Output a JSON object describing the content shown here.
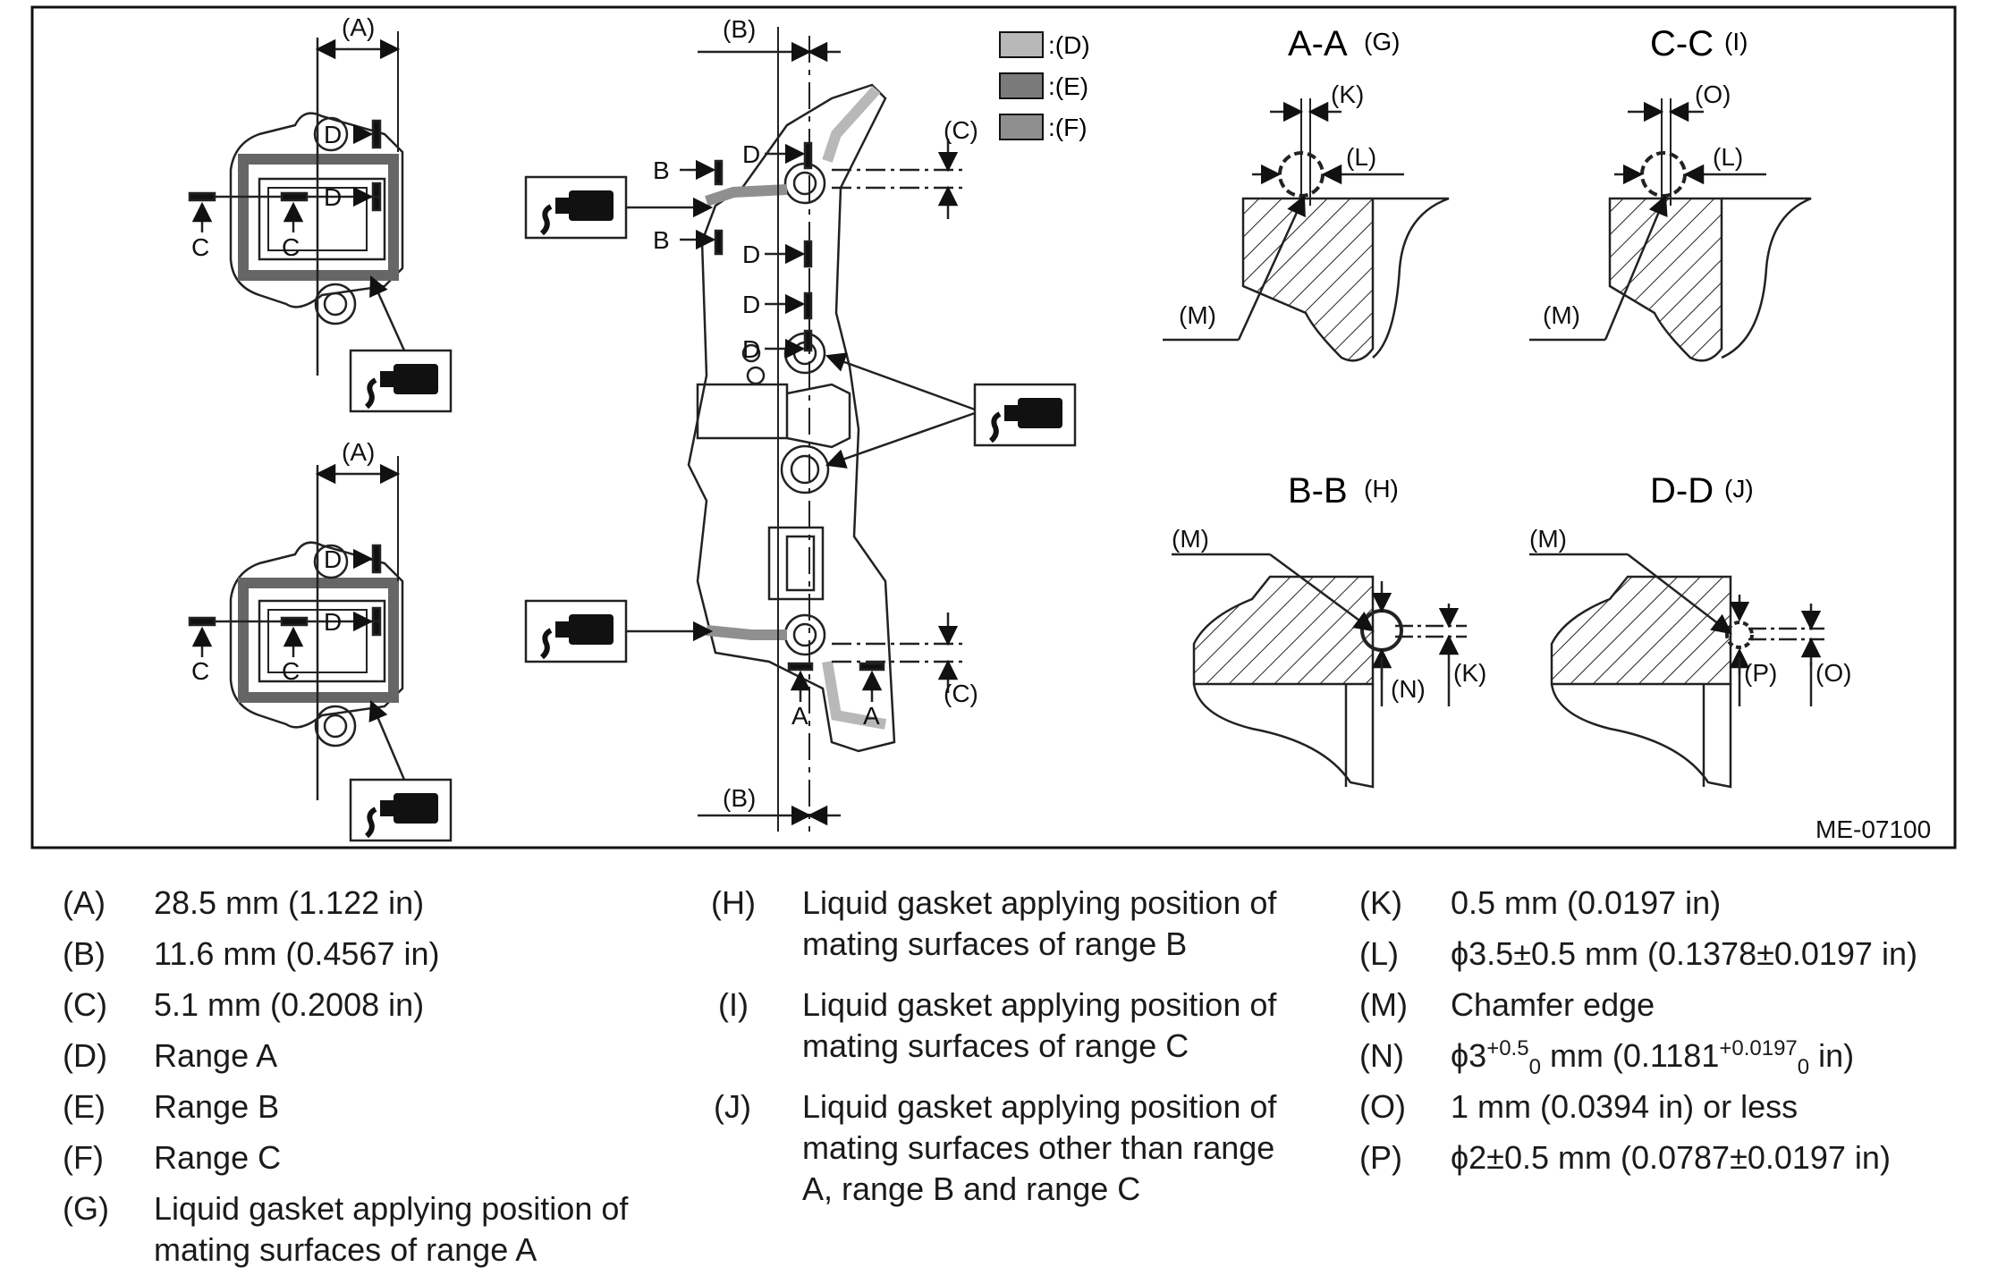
{
  "figure_code": "ME-07100",
  "swatches": [
    {
      "key": ":(D)",
      "color": "#b8b8b8"
    },
    {
      "key": ":(E)",
      "color": "#7a7a7a"
    },
    {
      "key": ":(F)",
      "color": "#8f8f8f"
    }
  ],
  "sections": {
    "aa": {
      "title": "A-A",
      "ref": "(G)"
    },
    "cc": {
      "title": "C-C",
      "ref": "(I)"
    },
    "bb": {
      "title": "B-B",
      "ref": "(H)"
    },
    "dd": {
      "title": "D-D",
      "ref": "(J)"
    }
  },
  "callouts": {
    "a": "(A)",
    "b": "(B)",
    "c": "(C)",
    "k": "(K)",
    "l": "(L)",
    "m": "(M)",
    "n": "(N)",
    "o": "(O)",
    "p": "(P)",
    "letter_a": "A",
    "letter_b": "B",
    "letter_c": "C",
    "letter_d": "D"
  },
  "legend": {
    "col1": [
      {
        "key": "(A)",
        "text": "28.5 mm (1.122 in)"
      },
      {
        "key": "(B)",
        "text": "11.6 mm (0.4567 in)"
      },
      {
        "key": "(C)",
        "text": "5.1 mm (0.2008 in)"
      },
      {
        "key": "(D)",
        "text": "Range A"
      },
      {
        "key": "(E)",
        "text": "Range B"
      },
      {
        "key": "(F)",
        "text": "Range C"
      },
      {
        "key": "(G)",
        "text": "Liquid gasket applying position of mating surfaces of range A"
      }
    ],
    "col2": [
      {
        "key": "(H)",
        "text": "Liquid gasket applying position of mating surfaces of range B"
      },
      {
        "key": "(I)",
        "text": "Liquid gasket applying position of mating surfaces of range C"
      },
      {
        "key": "(J)",
        "text": "Liquid gasket applying position of mating surfaces other than range A, range B and range C"
      }
    ],
    "col3": [
      {
        "key": "(K)",
        "text": "0.5 mm (0.0197 in)"
      },
      {
        "key": "(L)",
        "text": "ϕ3.5±0.5 mm (0.1378±0.0197 in)"
      },
      {
        "key": "(M)",
        "text": "Chamfer edge"
      },
      {
        "key": "(N)",
        "pre": "ϕ3",
        "sup1": "+0.5",
        "sub1": "0",
        "mid": " mm (0.1181",
        "sup2": "+0.0197",
        "sub2": "0",
        "post": " in)"
      },
      {
        "key": "(O)",
        "text": "1 mm (0.0394 in) or less"
      },
      {
        "key": "(P)",
        "text": "ϕ2±0.5 mm (0.0787±0.0197 in)"
      }
    ]
  }
}
